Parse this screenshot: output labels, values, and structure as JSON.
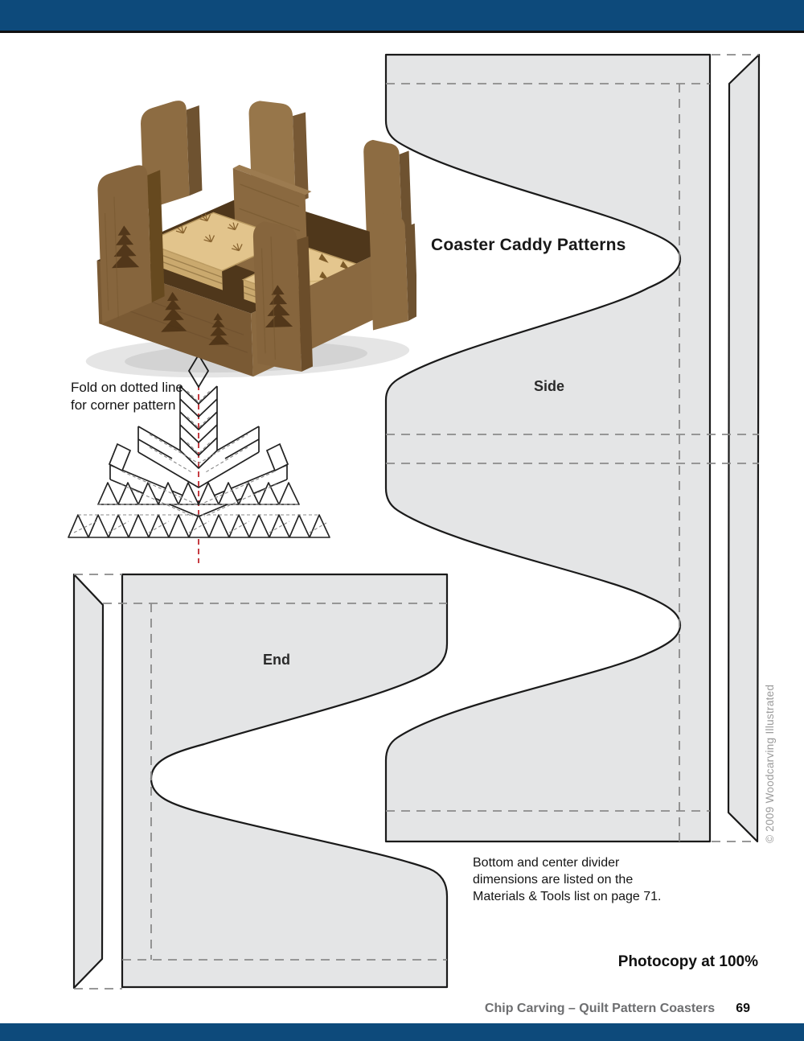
{
  "heading": {
    "patterns_title": "Coaster Caddy Patterns"
  },
  "pattern_labels": {
    "side": "Side",
    "end": "End"
  },
  "fold_note": {
    "line1": "Fold on dotted line",
    "line2": "for corner pattern"
  },
  "divider_note": {
    "line1": "Bottom and center divider",
    "line2": "dimensions are listed on the",
    "line3": "Materials & Tools list on page 71."
  },
  "photocopy_note": "Photocopy at 100%",
  "footer": {
    "article": "Chip Carving – Quilt Pattern Coasters",
    "page_number": "69"
  },
  "copyright": "© 2009 Woodcarving Illustrated",
  "colors": {
    "accent_bar": "#0d4a7b",
    "pattern_fill": "#e4e5e6",
    "outline": "#1a1a1a",
    "fold_dash_gray": "#8a8a8a",
    "fold_line_red": "#c0272d",
    "footer_gray": "#6d6e70",
    "wood_brown": "#85643c",
    "coaster_tan": "#e2c48c"
  }
}
